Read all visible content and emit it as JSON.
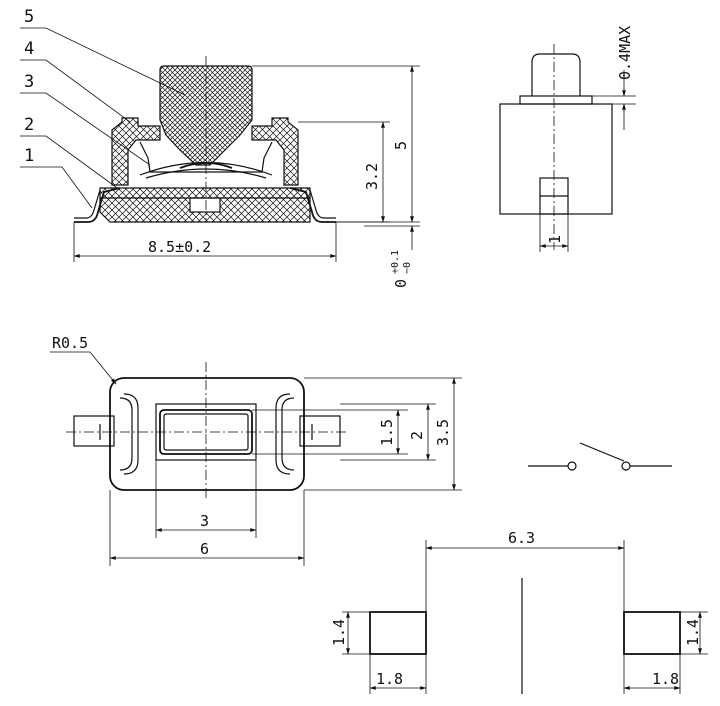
{
  "part_labels": [
    "5",
    "4",
    "3",
    "2",
    "1"
  ],
  "side_view": {
    "width_dim": "8.5±0.2",
    "height_dim": "5",
    "body_dim": "3.2",
    "base_tol": "0",
    "base_tol_plus": "+0.1",
    "base_tol_minus": "−0"
  },
  "end_view": {
    "gap_dim": "0.4MAX",
    "terminal_dim": "1"
  },
  "top_view": {
    "radius_label": "R0.5",
    "dims": [
      "1.5",
      "2",
      "3.5",
      "3",
      "6"
    ]
  },
  "footprint": {
    "span": "6.3",
    "pad_height_left": "1.4",
    "pad_width_left": "1.8",
    "pad_height_right": "1.4",
    "pad_width_right": "1.8"
  }
}
